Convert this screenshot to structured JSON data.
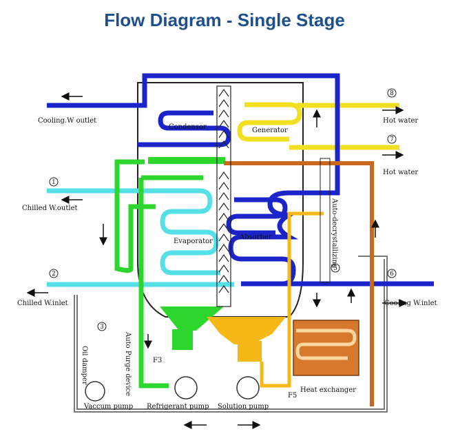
{
  "title": "Flow Diagram - Single Stage",
  "labels": {
    "cooling_w_outlet": "Cooling.W outlet",
    "condensor": "Condensor",
    "generator": "Generator",
    "hot_water_1": "Hot water",
    "hot_water_2": "Hot water",
    "chilled_w_outlet": "Chilled W.outlet",
    "chilled_w_inlet": "Chilled W.inlet",
    "cooling_w_inlet": "Cooling W.inlet",
    "evaporator": "Evaporator",
    "absorber": "Absorber",
    "auto_decrystallizing": "Auto-decrystallizing",
    "auto_purge_device": "Auto Purge device",
    "oil_damper": "Oil damper",
    "vaccum_pump": "Vaccum pump",
    "refrigerant_pump": "Refrigerant pump",
    "solution_pump": "Solution pump",
    "heat_exchanger": "Heat exchanger",
    "f3": "F3",
    "f5": "F5"
  },
  "gauges": {
    "g1": "1",
    "g2": "2",
    "g3": "3",
    "g5": "5",
    "g6": "6",
    "g7": "7",
    "g8": "8"
  },
  "colors": {
    "title": "#1d4f8f",
    "cooling_water": "#1a24c8",
    "chilled_water": "#55e0e8",
    "hot_water": "#f2e020",
    "refrigerant": "#2dd62d",
    "solution": "#f5b816",
    "heat_exchanger": "#c8681c"
  }
}
